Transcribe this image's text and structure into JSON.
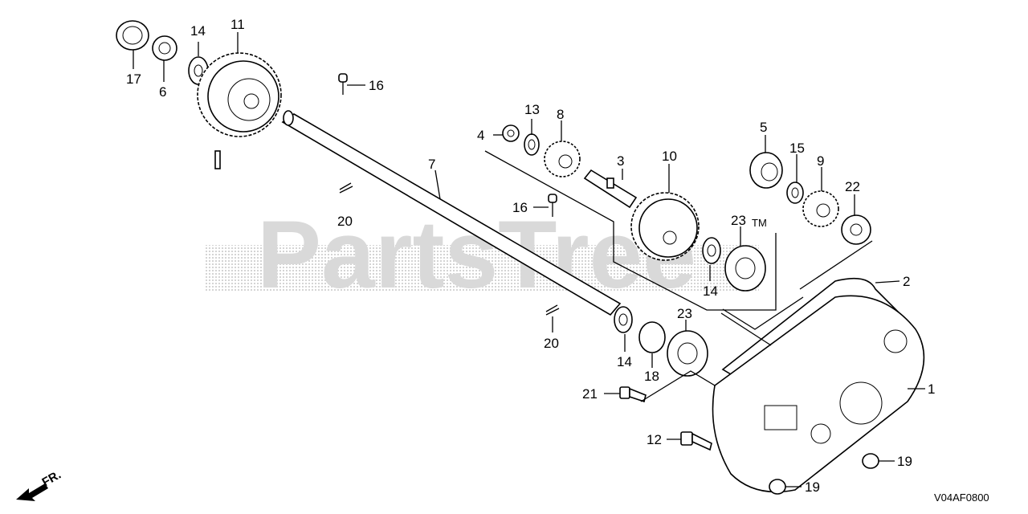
{
  "watermark": {
    "text": "PartsTree",
    "tm": "TM"
  },
  "diagram_code": "V04AF0800",
  "direction_label": "FR.",
  "callouts": [
    {
      "id": "c17a",
      "label": "17"
    },
    {
      "id": "c6",
      "label": "6"
    },
    {
      "id": "c14a",
      "label": "14"
    },
    {
      "id": "c11",
      "label": "11"
    },
    {
      "id": "c16a",
      "label": "16"
    },
    {
      "id": "c7",
      "label": "7"
    },
    {
      "id": "c20a",
      "label": "20"
    },
    {
      "id": "c13",
      "label": "13"
    },
    {
      "id": "c8",
      "label": "8"
    },
    {
      "id": "c4",
      "label": "4"
    },
    {
      "id": "c3",
      "label": "3"
    },
    {
      "id": "c16b",
      "label": "16"
    },
    {
      "id": "c10",
      "label": "10"
    },
    {
      "id": "c5",
      "label": "5"
    },
    {
      "id": "c15",
      "label": "15"
    },
    {
      "id": "c9",
      "label": "9"
    },
    {
      "id": "c22",
      "label": "22"
    },
    {
      "id": "c23a",
      "label": "23"
    },
    {
      "id": "c14b",
      "label": "14"
    },
    {
      "id": "c2",
      "label": "2"
    },
    {
      "id": "c20b",
      "label": "20"
    },
    {
      "id": "c14c",
      "label": "14"
    },
    {
      "id": "c23b",
      "label": "23"
    },
    {
      "id": "c18",
      "label": "18"
    },
    {
      "id": "c1",
      "label": "1"
    },
    {
      "id": "c21",
      "label": "21"
    },
    {
      "id": "c12",
      "label": "12"
    },
    {
      "id": "c19a",
      "label": "19"
    },
    {
      "id": "c19b",
      "label": "19"
    }
  ]
}
